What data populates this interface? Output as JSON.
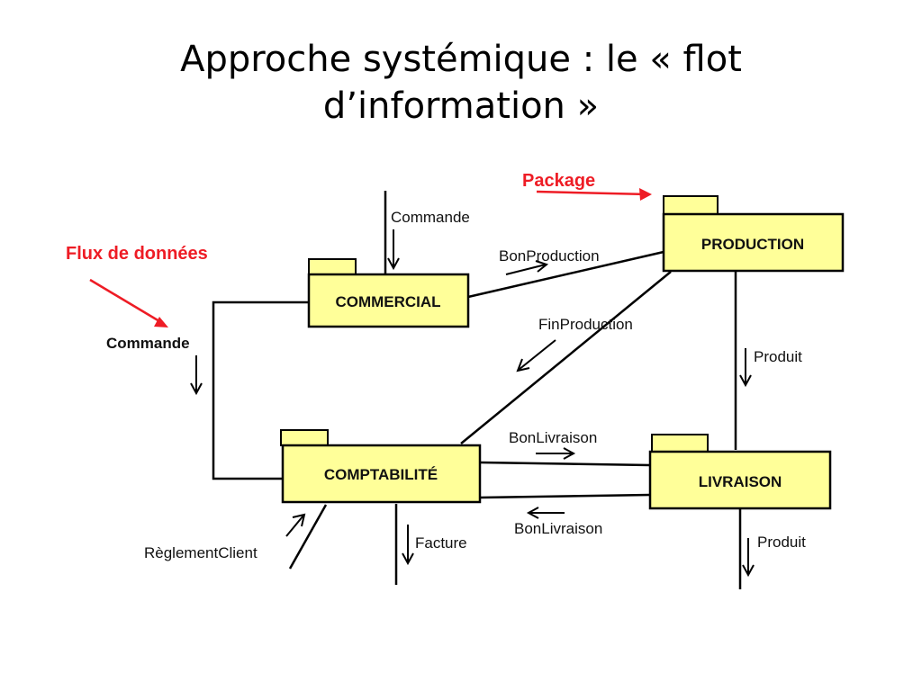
{
  "title": {
    "line1": "Approche systémique : le « flot",
    "line2": "d’information »"
  },
  "colors": {
    "package_fill": "#ffff99",
    "annotation_red": "#ee1c25",
    "line": "#000000"
  },
  "annotations": {
    "package": "Package",
    "data_flow": "Flux de données"
  },
  "packages": {
    "commercial": "COMMERCIAL",
    "production": "PRODUCTION",
    "comptabilite": "COMPTABILITÉ",
    "livraison": "LIVRAISON"
  },
  "flows": {
    "commande_in": "Commande",
    "commande_left": "Commande",
    "bon_production": "BonProduction",
    "fin_production": "FinProduction",
    "produit_prod": "Produit",
    "bon_livraison_out": "BonLivraison",
    "bon_livraison_in": "BonLivraison",
    "reglement_client": "RèglementClient",
    "facture": "Facture",
    "produit_livraison": "Produit"
  }
}
